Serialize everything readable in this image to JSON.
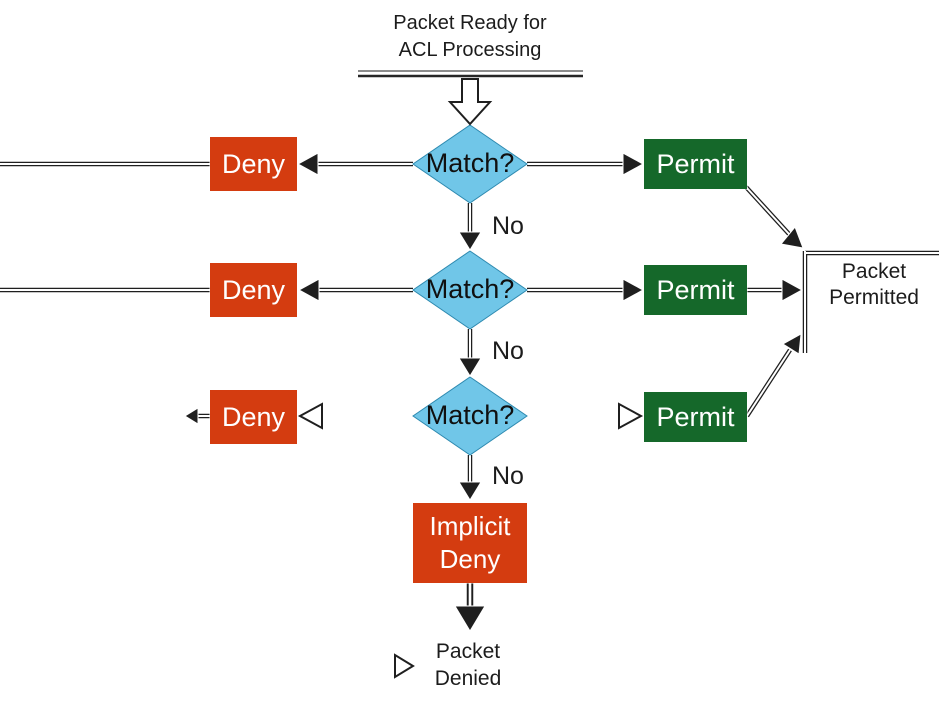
{
  "colors": {
    "deny_box": "#d43c10",
    "permit_box": "#15682a",
    "decision_diamond": "#70c6e8",
    "connector": "#1f1f1f",
    "box_text": "#ffffff"
  },
  "title": {
    "line1": "Packet Ready for",
    "line2": "ACL Processing"
  },
  "rows": [
    {
      "decision": "Match?",
      "deny": "Deny",
      "permit": "Permit",
      "no_label": "No"
    },
    {
      "decision": "Match?",
      "deny": "Deny",
      "permit": "Permit",
      "no_label": "No"
    },
    {
      "decision": "Match?",
      "deny": "Deny",
      "permit": "Permit",
      "no_label": "No"
    }
  ],
  "implicit_deny": {
    "line1": "Implicit",
    "line2": "Deny"
  },
  "packet_permitted": {
    "line1": "Packet",
    "line2": "Permitted"
  },
  "packet_denied": {
    "line1": "Packet",
    "line2": "Denied"
  }
}
